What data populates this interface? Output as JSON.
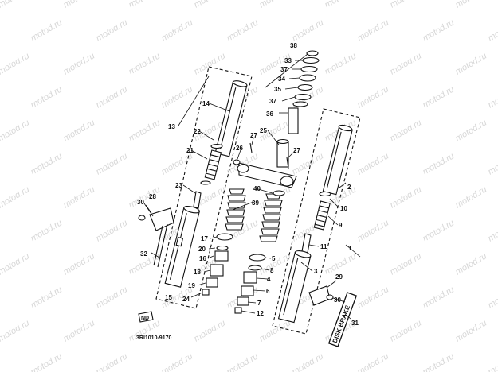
{
  "watermark": "motod.ru",
  "diagram_code": "3RI1010-9170",
  "sticker_text": "DISK BRAKE",
  "parts": [
    {
      "label": "1"
    },
    {
      "label": "2"
    },
    {
      "label": "3"
    },
    {
      "label": "4"
    },
    {
      "label": "5"
    },
    {
      "label": "6"
    },
    {
      "label": "7"
    },
    {
      "label": "8"
    },
    {
      "label": "9"
    },
    {
      "label": "10"
    },
    {
      "label": "11"
    },
    {
      "label": "12"
    },
    {
      "label": "13"
    },
    {
      "label": "14"
    },
    {
      "label": "15"
    },
    {
      "label": "16"
    },
    {
      "label": "17"
    },
    {
      "label": "18"
    },
    {
      "label": "19"
    },
    {
      "label": "20"
    },
    {
      "label": "21"
    },
    {
      "label": "22"
    },
    {
      "label": "23"
    },
    {
      "label": "24"
    },
    {
      "label": "25"
    },
    {
      "label": "26"
    },
    {
      "label": "27"
    },
    {
      "label": "27"
    },
    {
      "label": "28"
    },
    {
      "label": "29"
    },
    {
      "label": "30"
    },
    {
      "label": "30"
    },
    {
      "label": "31"
    },
    {
      "label": "32"
    },
    {
      "label": "33"
    },
    {
      "label": "34"
    },
    {
      "label": "35"
    },
    {
      "label": "36"
    },
    {
      "label": "37"
    },
    {
      "label": "37"
    },
    {
      "label": "38"
    },
    {
      "label": "39"
    },
    {
      "label": "40"
    }
  ]
}
